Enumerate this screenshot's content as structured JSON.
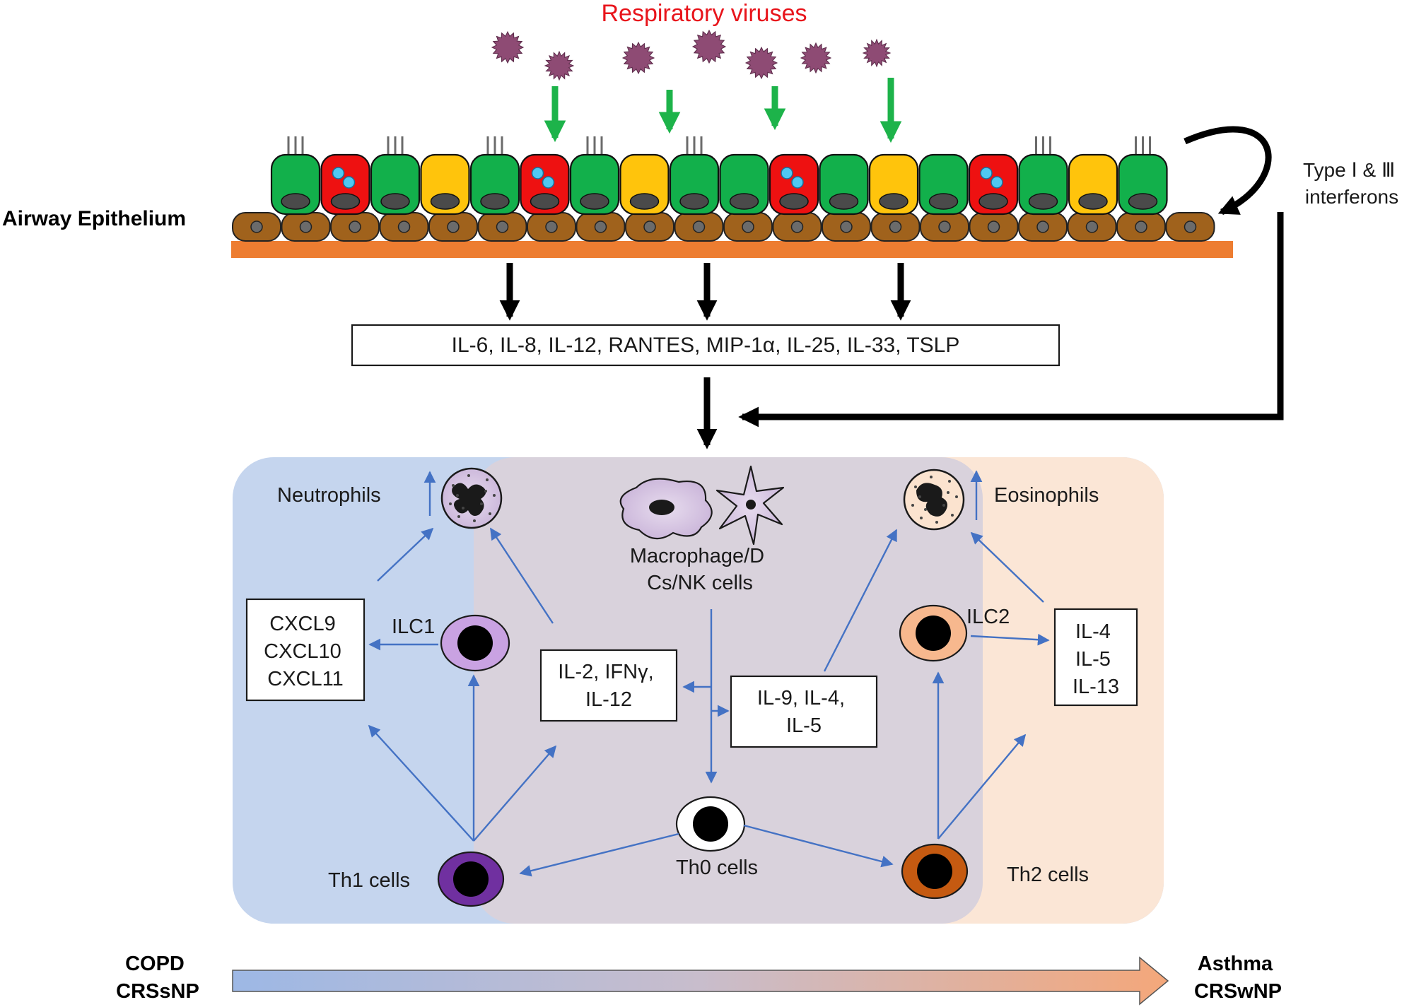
{
  "labels": {
    "title": "Respiratory viruses",
    "airway": "Airway Epithelium",
    "interferons": [
      "Type Ⅰ & Ⅲ",
      "interferons"
    ],
    "cytokines": "IL-6, IL-8, IL-12, RANTES, MIP-1α, IL-25, IL-33, TSLP",
    "neutrophils": "Neutrophils",
    "eosinophils": "Eosinophils",
    "macrophage": [
      "Macrophage/D",
      "Cs/NK cells"
    ],
    "ilc1": "ILC1",
    "ilc2": "ILC2",
    "cxcl": [
      "CXCL9",
      "CXCL10",
      "CXCL11"
    ],
    "th1_cytokines": [
      "IL-2, IFNγ,",
      "IL-12"
    ],
    "th2_mix": [
      "IL-9, IL-4,",
      "IL-5"
    ],
    "th2_cytokines": [
      "IL-4",
      "IL-5",
      "IL-13"
    ],
    "th0": "Th0 cells",
    "th1": "Th1 cells",
    "th2": "Th2 cells",
    "left_disease": [
      "COPD",
      "CRSsNP"
    ],
    "right_disease": [
      "Asthma",
      "CRSwNP"
    ]
  },
  "colors": {
    "virus": "#8e4b74",
    "ciliated_cell": "#12b04b",
    "infected_cell": "#ee1111",
    "goblet_cell": "#ffc40c",
    "basal_cell": "#a0621c",
    "membrane": "#ed7d31",
    "green_arrow": "#1db34a",
    "th1_region": "#c5d5ee",
    "th0_region": "#d9d2dc",
    "th2_region": "#fbe6d6",
    "blue_arrow": "#4472c4"
  }
}
